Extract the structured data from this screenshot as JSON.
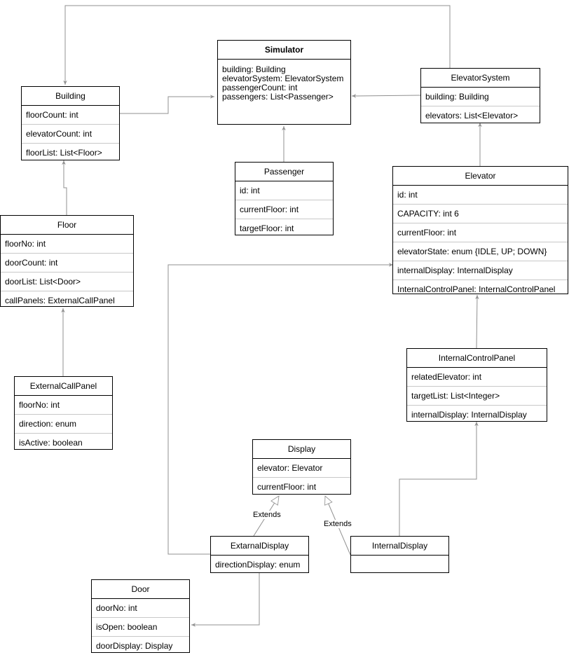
{
  "classes": {
    "simulator": {
      "name": "Simulator",
      "attrs": [
        "building: Building",
        "elevatorSystem: ElevatorSystem",
        "passengerCount: int",
        "passengers: List<Passenger>"
      ]
    },
    "building": {
      "name": "Building",
      "attrs": [
        "floorCount: int",
        "elevatorCount: int",
        "floorList: List<Floor>"
      ]
    },
    "elevator_system": {
      "name": "ElevatorSystem",
      "attrs": [
        "building: Building",
        "elevators: List<Elevator>"
      ]
    },
    "passenger": {
      "name": "Passenger",
      "attrs": [
        "id: int",
        "currentFloor: int",
        "targetFloor: int"
      ]
    },
    "elevator": {
      "name": "Elevator",
      "attrs": [
        "id: int",
        "CAPACITY: int 6",
        "currentFloor: int",
        "elevatorState: enum {IDLE, UP; DOWN}",
        "internalDisplay: InternalDisplay",
        "InternalControlPanel: InternalControlPanel"
      ]
    },
    "floor": {
      "name": "Floor",
      "attrs": [
        "floorNo: int",
        "doorCount: int",
        "doorList: List<Door>",
        "callPanels: ExternalCallPanel"
      ]
    },
    "external_call_panel": {
      "name": "ExternalCallPanel",
      "attrs": [
        "floorNo: int",
        "direction: enum",
        "isActive: boolean"
      ]
    },
    "internal_control_panel": {
      "name": "InternalControlPanel",
      "attrs": [
        "relatedElevator: int",
        "targetList: List<Integer>",
        "internalDisplay: InternalDisplay"
      ]
    },
    "display": {
      "name": "Display",
      "attrs": [
        "elevator: Elevator",
        "currentFloor: int"
      ]
    },
    "external_display": {
      "name": "ExtarnalDisplay",
      "attrs": [
        "directionDisplay: enum"
      ]
    },
    "internal_display": {
      "name": "InternalDisplay",
      "attrs": []
    },
    "door": {
      "name": "Door",
      "attrs": [
        "doorNo: int",
        "isOpen: boolean",
        "doorDisplay: Display"
      ]
    }
  },
  "edge_labels": {
    "extends_external": "Extends",
    "extends_internal": "Extends"
  },
  "colors": {
    "connector": "#909090",
    "border": "#000000"
  }
}
